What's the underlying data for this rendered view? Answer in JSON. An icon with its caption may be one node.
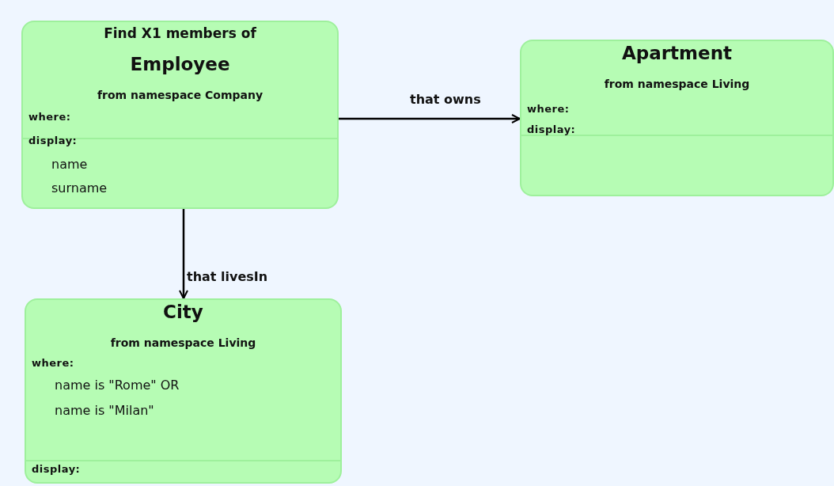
{
  "diagram": {
    "nodes": [
      {
        "text": [
          "Find X1 members of",
          "Employee",
          "from namespace Company",
          "where:",
          "display:",
          "name",
          "surname"
        ]
      },
      {
        "text": [
          "Apartment",
          "from namespace Living",
          "where:",
          "display:"
        ]
      },
      {
        "text": [
          "City",
          "from namespace Living",
          "where:",
          "name is \"Rome\" OR",
          "name is \"Milan\"",
          "display:"
        ]
      }
    ],
    "edges": [
      {
        "from": 0,
        "to": 1,
        "arrow": "to",
        "label": "that owns"
      },
      {
        "from": 0,
        "to": 2,
        "arrow": "to",
        "label": "that livesIn"
      }
    ]
  }
}
